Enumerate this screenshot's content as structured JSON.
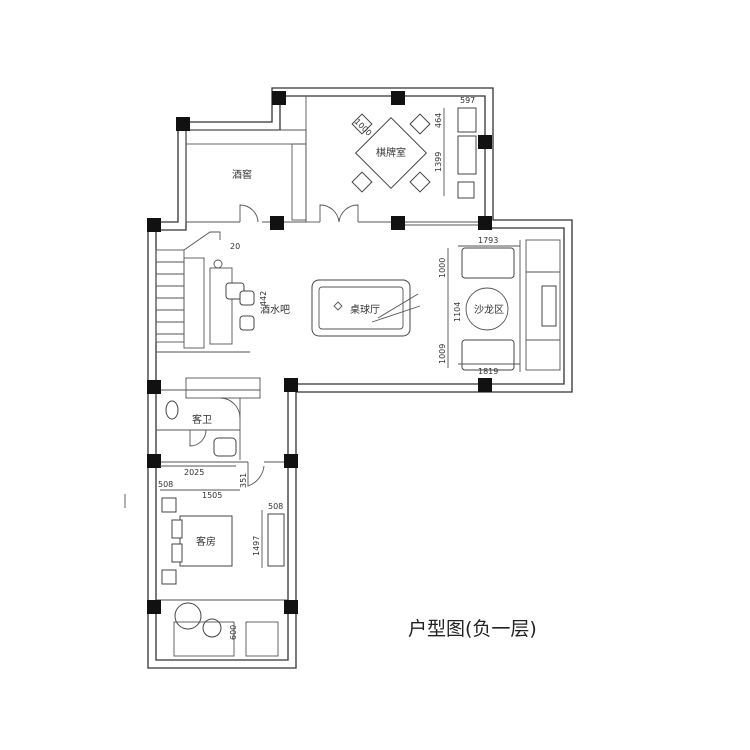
{
  "plan": {
    "caption": "户型图(负一层)",
    "rooms": {
      "wine_cellar": "酒窖",
      "chess_room": "棋牌室",
      "bar": "酒水吧",
      "billiards": "桌球厅",
      "lounge": "沙龙区",
      "guest_bath": "客卫",
      "guest_room": "客房"
    },
    "dimensions": {
      "d1000_top": "1000",
      "d464": "464",
      "d1399": "1399",
      "d1793": "1793",
      "d1000_right": "1000",
      "d1104": "1104",
      "d1009": "1009",
      "d1819": "1819",
      "d442": "442",
      "d20": "20",
      "d2025": "2025",
      "d508_left": "508",
      "d1505": "1505",
      "d351": "351",
      "d508_right": "508",
      "d1497": "1497",
      "d600": "600",
      "d597": "597"
    }
  }
}
